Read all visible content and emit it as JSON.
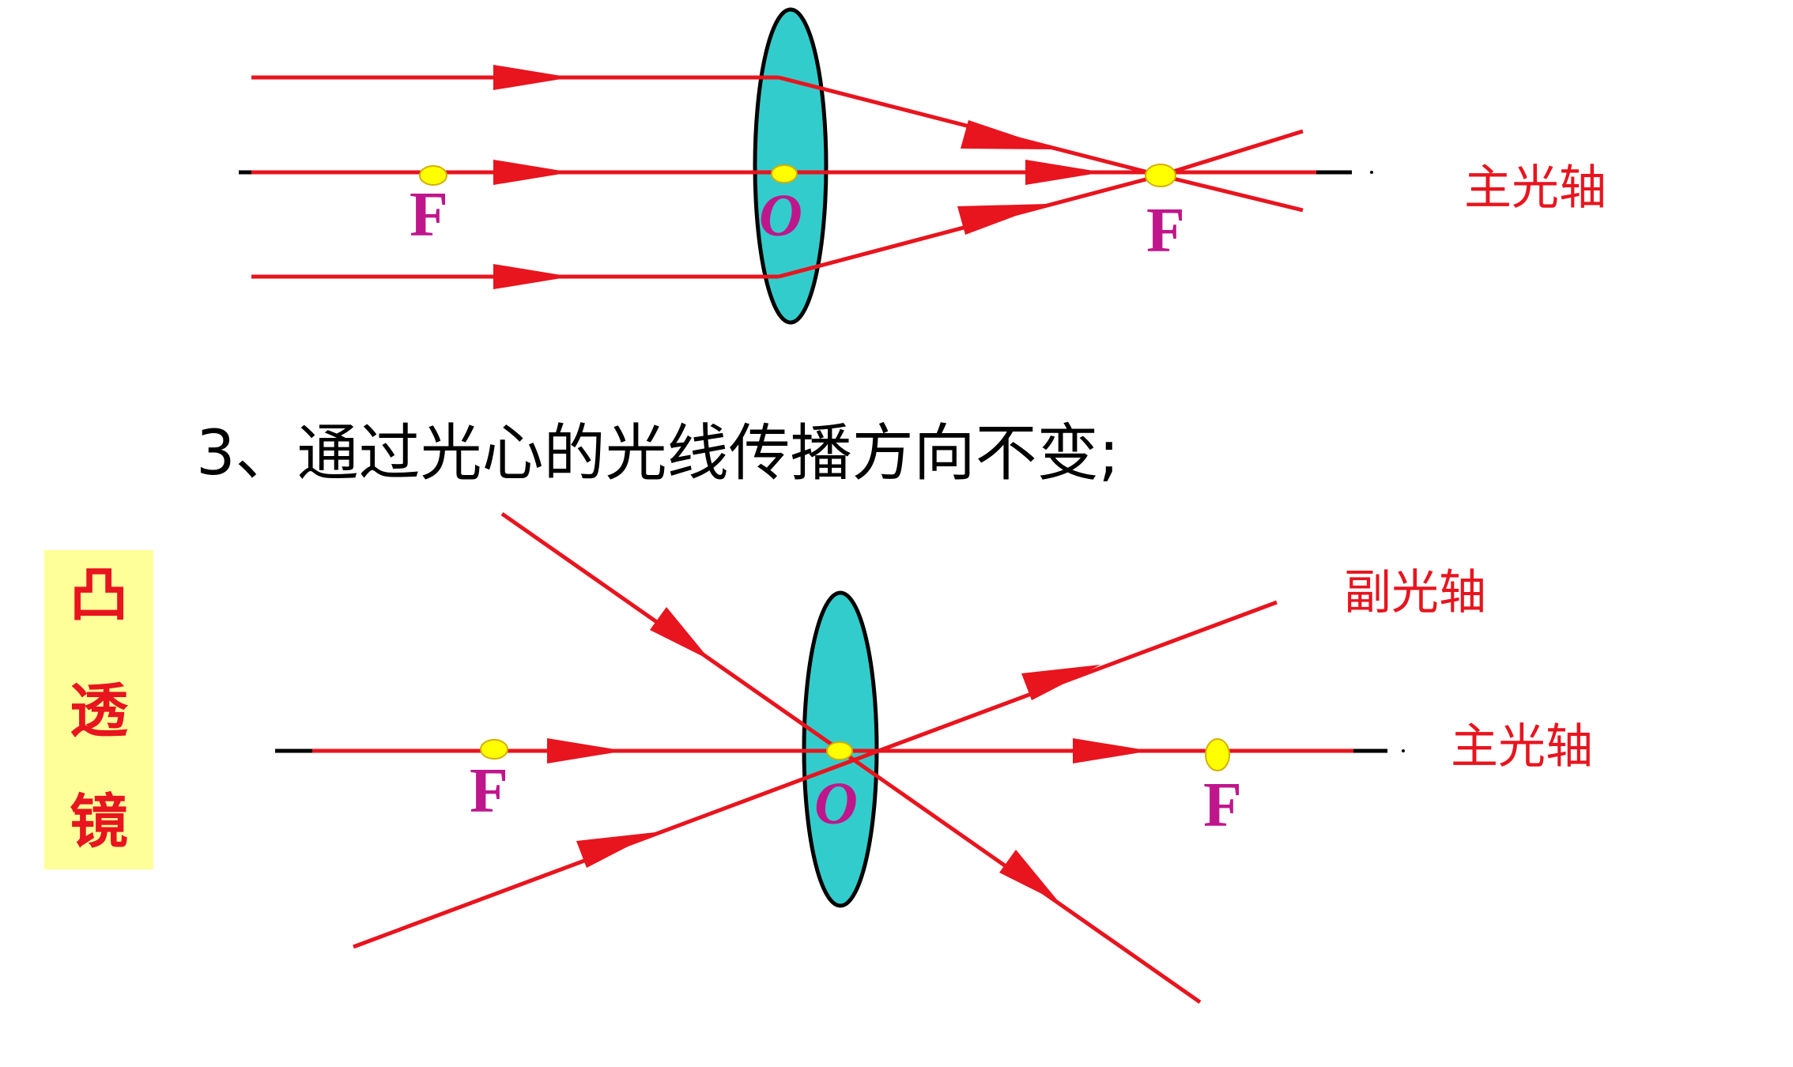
{
  "colors": {
    "ray": "#e8141e",
    "axis": "#000000",
    "lens_fill": "#33cccc",
    "focus_dot": "#ffff00",
    "focus_label": "#c0168c",
    "side_box": "#ffff99"
  },
  "diagram_top": {
    "principal_axis_label": "主光轴",
    "focus_left_label": "F",
    "center_label": "O",
    "focus_right_label": "F"
  },
  "heading": "3、通过光心的光线传播方向不变;",
  "diagram_bottom": {
    "secondary_axis_label": "副光轴",
    "principal_axis_label": "主光轴",
    "focus_left_label": "F",
    "center_label": "O",
    "focus_right_label": "F"
  },
  "side_label": {
    "line1": "凸",
    "line2": "透",
    "line3": "镜"
  }
}
